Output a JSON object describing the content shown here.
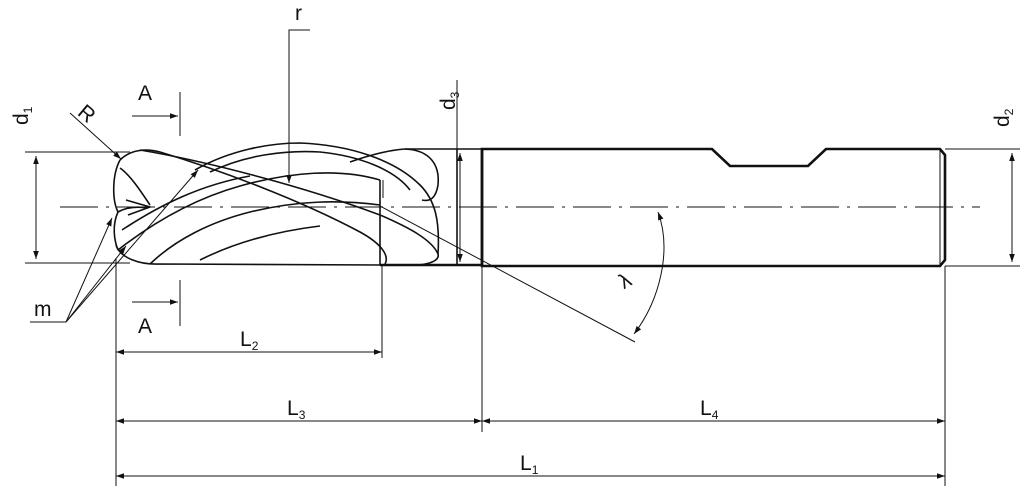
{
  "labels": {
    "r": "r",
    "R": "R",
    "A_top": "A",
    "A_bottom": "A",
    "m": "m",
    "d1": {
      "main": "d",
      "sub": "1"
    },
    "d2": {
      "main": "d",
      "sub": "2"
    },
    "d3": {
      "main": "d",
      "sub": "3"
    },
    "L1": {
      "main": "L",
      "sub": "1"
    },
    "L2": {
      "main": "L",
      "sub": "2"
    },
    "L3": {
      "main": "L",
      "sub": "3"
    },
    "L4": {
      "main": "L",
      "sub": "4"
    },
    "angle": "λ"
  }
}
